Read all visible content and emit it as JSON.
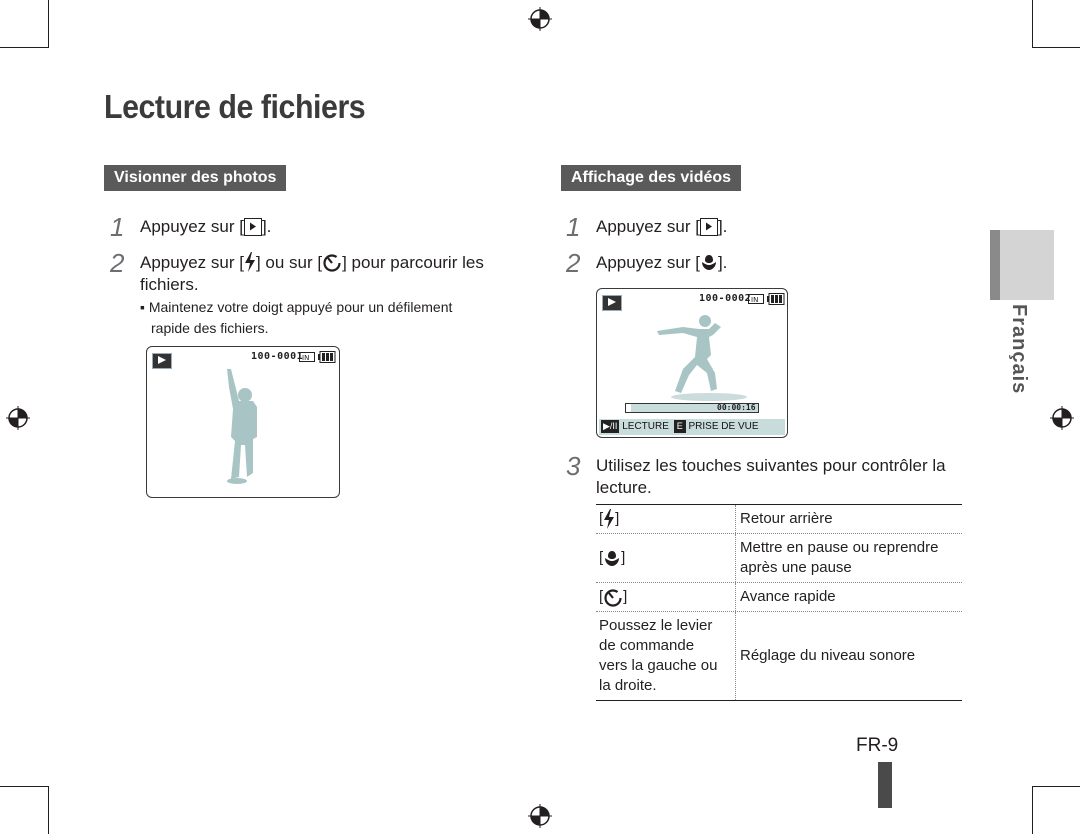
{
  "title": "Lecture de fichiers",
  "left": {
    "heading": "Visionner des photos",
    "steps": [
      {
        "num": "1",
        "before": "Appuyez sur [",
        "after": "]."
      },
      {
        "num": "2",
        "before": "Appuyez sur [",
        "middle": "] ou sur [",
        "after": "] pour parcourir les",
        "line2": "fichiers."
      }
    ],
    "note_line1": "▪ Maintenez votre doigt appuyé pour un défilement",
    "note_line2": "rapide des fichiers.",
    "screen": {
      "file_number": "100-0001"
    }
  },
  "right": {
    "heading": "Affichage des vidéos",
    "steps": [
      {
        "num": "1",
        "before": "Appuyez sur [",
        "after": "]."
      },
      {
        "num": "2",
        "before": "Appuyez sur [",
        "after": "]."
      },
      {
        "num": "3",
        "line1": "Utilisez les touches suivantes pour contrôler la",
        "line2": "lecture."
      }
    ],
    "screen": {
      "file_number": "100-0002",
      "time": "00:00:16",
      "progress": 0.04,
      "play_label": "LECTURE",
      "e_key": "E",
      "capture_label": "PRISE DE VUE"
    },
    "table": [
      {
        "key_icon": "flash-icon",
        "desc": "Retour arrière"
      },
      {
        "key_icon": "macro-icon",
        "desc_line1": "Mettre en pause ou reprendre",
        "desc_line2": "après une pause"
      },
      {
        "key_icon": "timer-icon",
        "desc": "Avance rapide"
      },
      {
        "key_lines": [
          "Poussez le levier",
          "de commande",
          "vers la gauche ou",
          "la droite."
        ],
        "desc": "Réglage du niveau sonore"
      }
    ]
  },
  "side_tab": "Français",
  "page_number": "FR-9",
  "colors": {
    "heading_bg": "#5a5a5a",
    "tab_bg": "#d4d4d4",
    "figure": "#a9c4c4"
  }
}
